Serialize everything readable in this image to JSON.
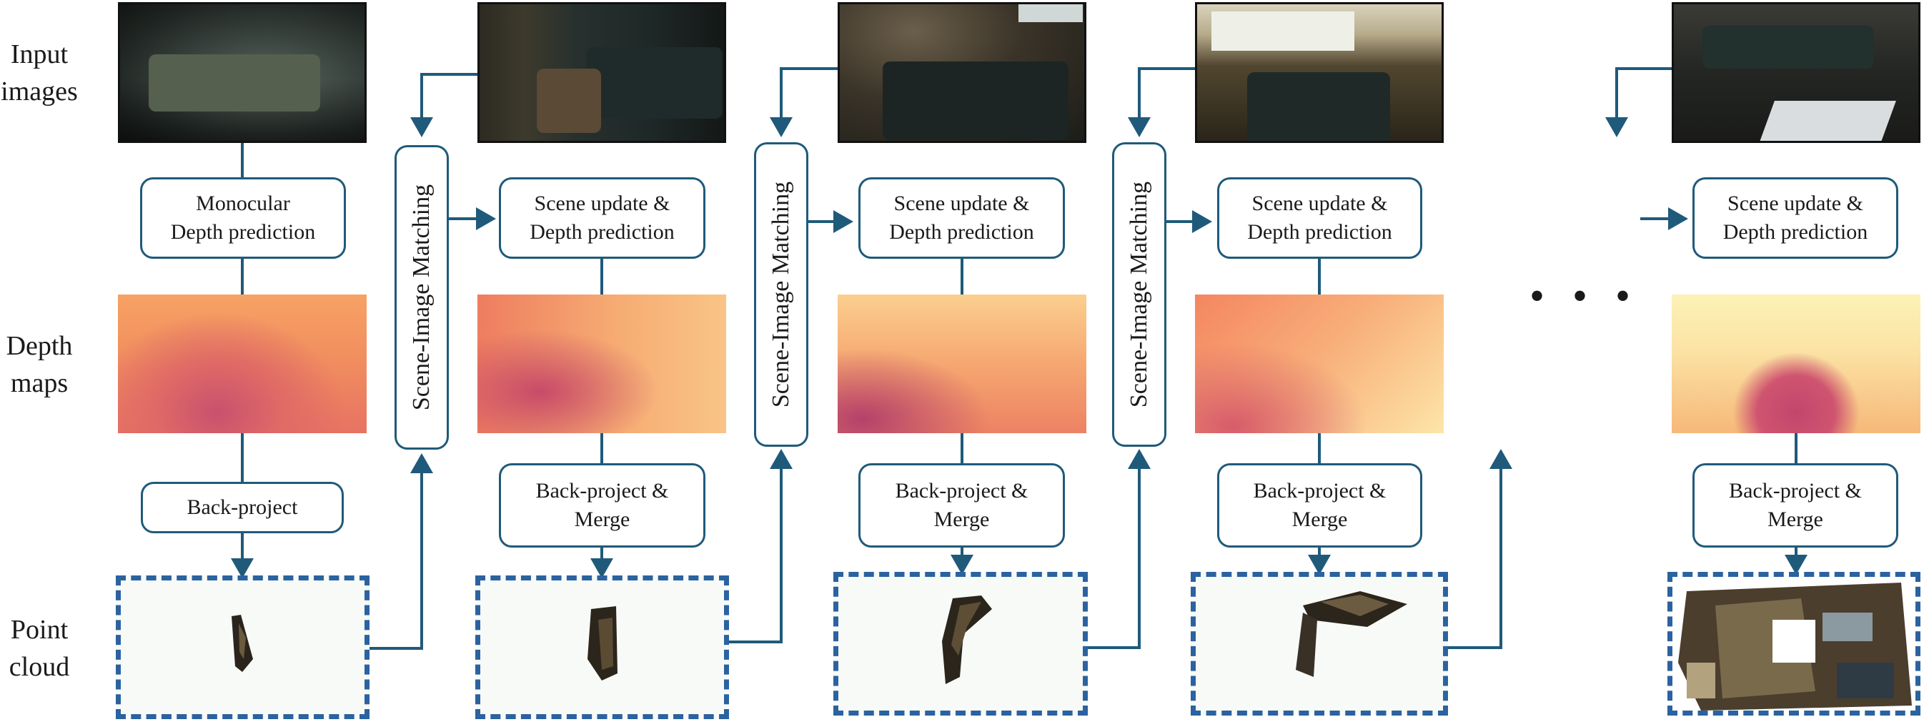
{
  "row_labels": {
    "input": "Input\nimages",
    "depth": "Depth\nmaps",
    "point": "Point\ncloud"
  },
  "steps": {
    "first_predict": "Monocular\nDepth prediction",
    "first_project": "Back-project",
    "update_predict": "Scene update &\nDepth prediction",
    "project_merge": "Back-project &\nMerge",
    "matching": "Scene-Image Matching"
  },
  "ellipsis": "• • •",
  "colors": {
    "arrow": "#1f5a7a",
    "box_border": "#1f5a7a",
    "pointcloud_border": "#2b62a0"
  }
}
